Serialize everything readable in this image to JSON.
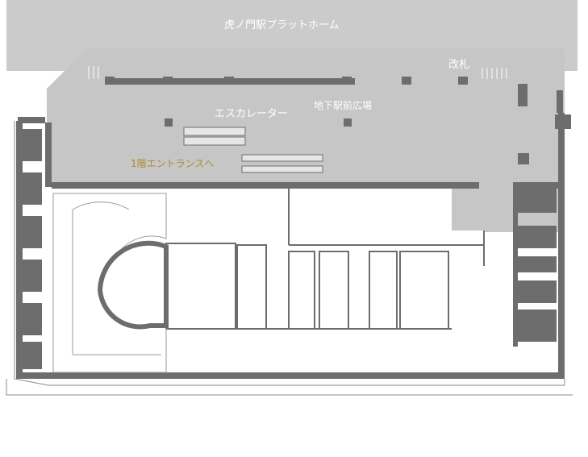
{
  "map": {
    "labels": {
      "platform": "虎ノ門駅プラットホーム",
      "ticket_gate": "改札",
      "escalator": "エスカレーター",
      "underground_plaza": "地下駅前広場",
      "entrance_1f": "1階エントランスへ"
    },
    "colors": {
      "wall": "#6d6d6d",
      "public_area": "#c8c8c8",
      "floor": "#ffffff",
      "label_text": "#ffffff",
      "highlight_text": "#b08a2e"
    }
  }
}
